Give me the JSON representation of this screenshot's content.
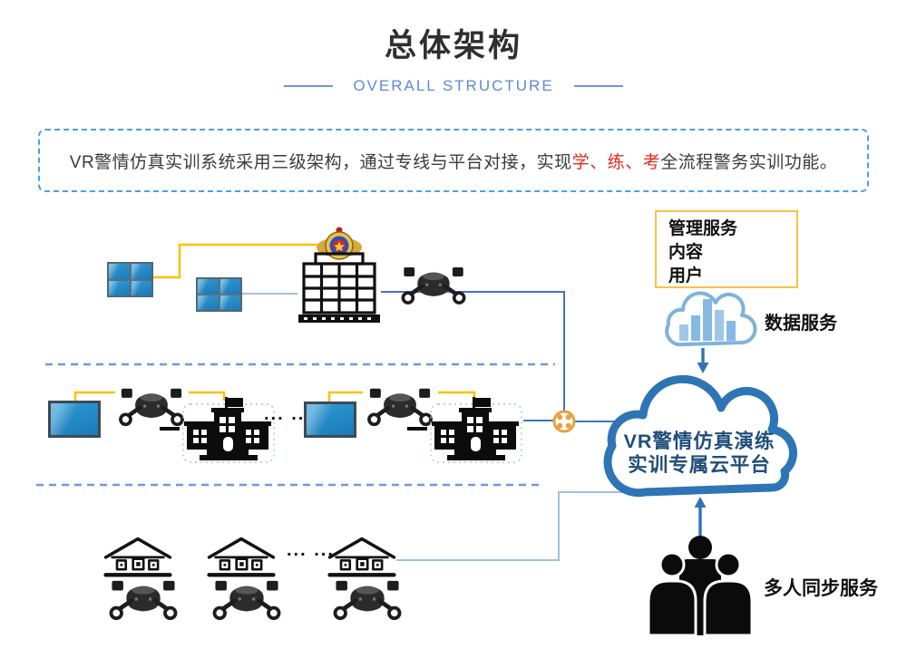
{
  "header": {
    "title": "总体架构",
    "subtitle": "OVERALL STRUCTURE"
  },
  "intro": {
    "text_before": "VR警情仿真实训系统采用三级架构，通过专线与平台对接，实现",
    "highlight": "学、练、考",
    "text_after": "全流程警务实训功能。"
  },
  "management_box": {
    "items": [
      "管理服务",
      "内容",
      "用户"
    ]
  },
  "labels": {
    "data_service": "数据服务",
    "multi_sync": "多人同步服务"
  },
  "cloud": {
    "line1": "VR警情仿真演练",
    "line2": "实训专属云平台"
  },
  "ellipsis": {
    "mid": "... ...",
    "bottom": "... ..."
  },
  "colors": {
    "accent_blue": "#2E75B6",
    "connector_blue": "#4472C4",
    "light_blue": "#9CC2E5",
    "separator_blue": "#6F9AD8",
    "line_yellow": "#FFC000",
    "box_yellow": "#F6C344",
    "node_orange": "#E6A23C",
    "highlight_red": "#E02A1E",
    "subtitle_blue": "#5B8BD0",
    "cloud_text_blue": "#1F4E79",
    "screen_blue": "#1B7AB8"
  }
}
